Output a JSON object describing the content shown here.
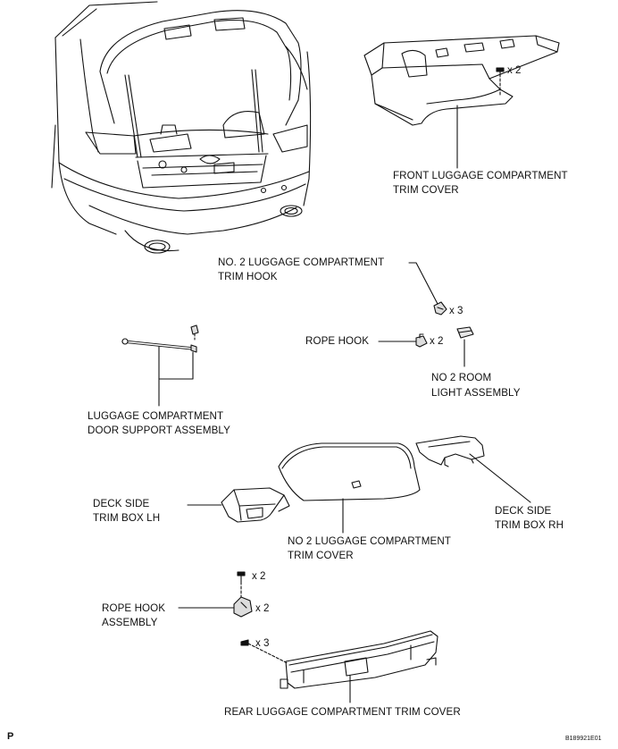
{
  "labels": {
    "front_trim_l1": "FRONT LUGGAGE COMPARTMENT",
    "front_trim_l2": "TRIM COVER",
    "no2_hook_l1": "NO. 2 LUGGAGE COMPARTMENT",
    "no2_hook_l2": "TRIM HOOK",
    "rope_hook": "ROPE HOOK",
    "room_light_l1": "NO  2 ROOM",
    "room_light_l2": "LIGHT ASSEMBLY",
    "door_support_l1": "LUGGAGE COMPARTMENT",
    "door_support_l2": "DOOR SUPPORT ASSEMBLY",
    "deck_lh_l1": "DECK SIDE",
    "deck_lh_l2": "TRIM BOX LH",
    "deck_rh_l1": "DECK SIDE",
    "deck_rh_l2": "TRIM BOX RH",
    "no2_cover_l1": "NO  2 LUGGAGE COMPARTMENT",
    "no2_cover_l2": "TRIM COVER",
    "rope_hook_assy_l1": "ROPE HOOK",
    "rope_hook_assy_l2": "ASSEMBLY",
    "rear_cover": "REAR LUGGAGE COMPARTMENT TRIM COVER"
  },
  "quantities": {
    "front_clip": "x 2",
    "no2_hook": "x 3",
    "rope_hook": "x 2",
    "assy_bolt": "x 2",
    "assy": "x 2",
    "rear_clip": "x 3"
  },
  "footer": {
    "corner_mark": "P",
    "figure_id": "B189921E01"
  }
}
